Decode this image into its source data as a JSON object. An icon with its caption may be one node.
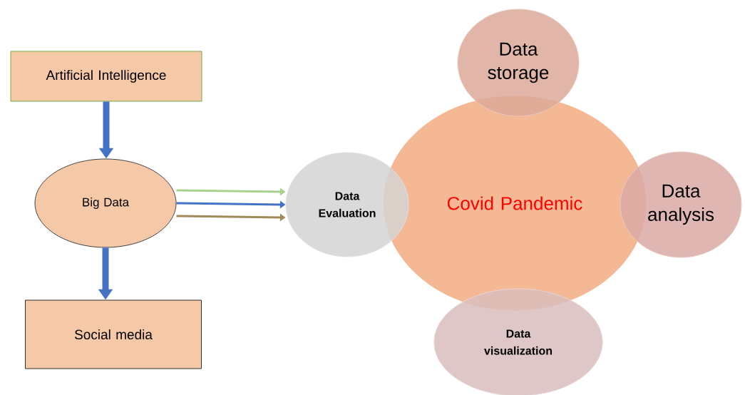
{
  "diagram": {
    "nodes": [
      {
        "text": [
          "Artificial Intelligence"
        ]
      },
      {
        "text": [
          "Big Data"
        ]
      },
      {
        "text": [
          "Social media"
        ]
      },
      {
        "text": [
          "Data Evaluation"
        ]
      },
      {
        "text": [
          "Covid Pandemic"
        ]
      },
      {
        "text": [
          "Data storage"
        ]
      },
      {
        "text": [
          "Data analysis"
        ]
      },
      {
        "text": [
          "Data visualization"
        ]
      }
    ],
    "edges": [
      {
        "from": 0,
        "to": 1,
        "arrow": "to",
        "color": "#4472c4",
        "style": "thick"
      },
      {
        "from": 1,
        "to": 2,
        "arrow": "to",
        "color": "#4472c4",
        "style": "thick"
      },
      {
        "from": 1,
        "to": 3,
        "arrow": "to",
        "color": "#a9d18e"
      },
      {
        "from": 1,
        "to": 3,
        "arrow": "to",
        "color": "#4472c4"
      },
      {
        "from": 1,
        "to": 3,
        "arrow": "to",
        "color": "#a08a5a"
      }
    ]
  }
}
